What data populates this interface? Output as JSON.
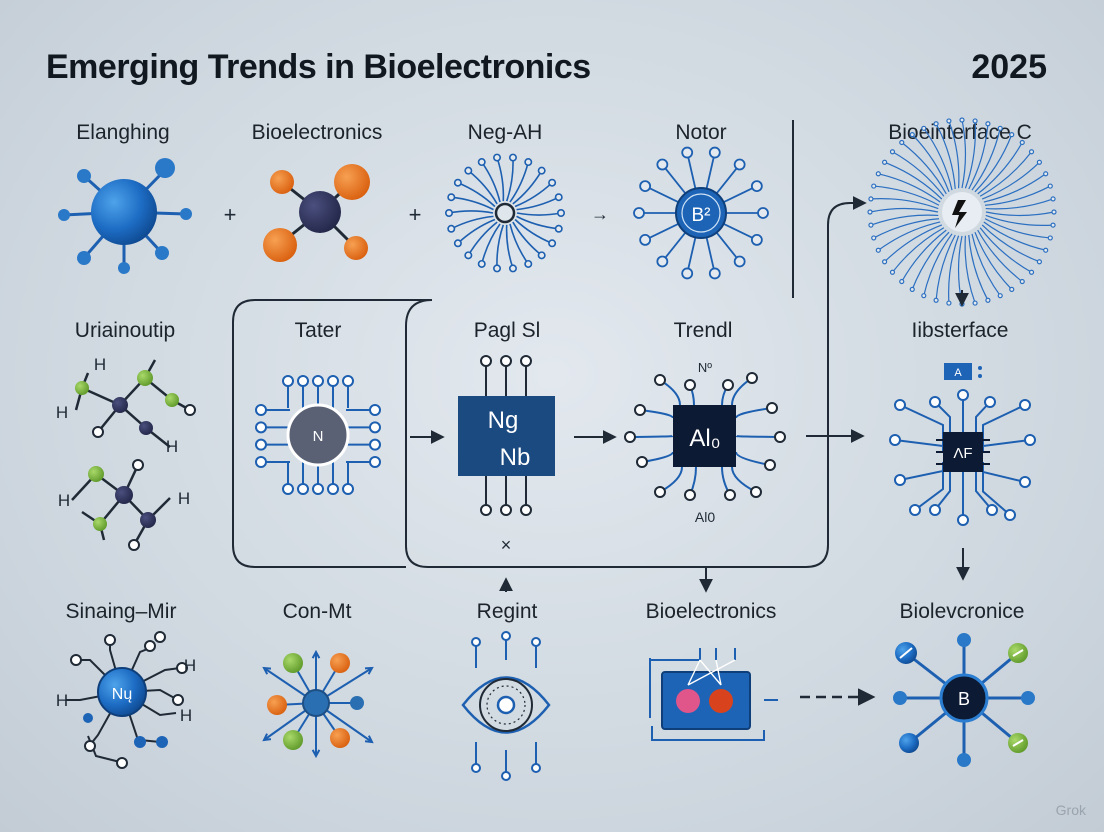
{
  "title": "Emerging Trends in Bioelectronics",
  "year": "2025",
  "watermark": "Grok",
  "row1": {
    "labels": [
      "Elanghing",
      "Bioelectronics",
      "Neg-AH",
      "Notor",
      "Bioeinterface C"
    ],
    "operators": [
      "+",
      "+",
      "→"
    ],
    "notor_badge": "B²"
  },
  "row2": {
    "labels": [
      "Uriainoutip",
      "Tater",
      "Pagl Sl",
      "Trendl",
      "Iibsterface"
    ],
    "tater_node": "N",
    "chip1_line1": "Ng",
    "chip1_line2": "Nb",
    "chip1_mark": "×",
    "chip2_text": "Al₀",
    "chip2_top": "Nº",
    "chip2_bottom": "Al0",
    "chip3_text": "ΛF",
    "chip3_tag": "A",
    "atom_h": "H"
  },
  "row3": {
    "labels": [
      "Sinaing–Mir",
      "Con-Mt",
      "Regint",
      "Bioelectronics",
      "Biolevcronice"
    ],
    "node_nu": "Nų",
    "node_b": "B",
    "atom_h": "H"
  },
  "colors": {
    "blue": "#1d5fb0",
    "light_blue": "#3c8fd4",
    "navy": "#0f2644",
    "orange": "#e46b1c",
    "green": "#7cb342",
    "pink": "#e0558a",
    "red": "#d8431e",
    "dark_line": "#1f2a36"
  }
}
